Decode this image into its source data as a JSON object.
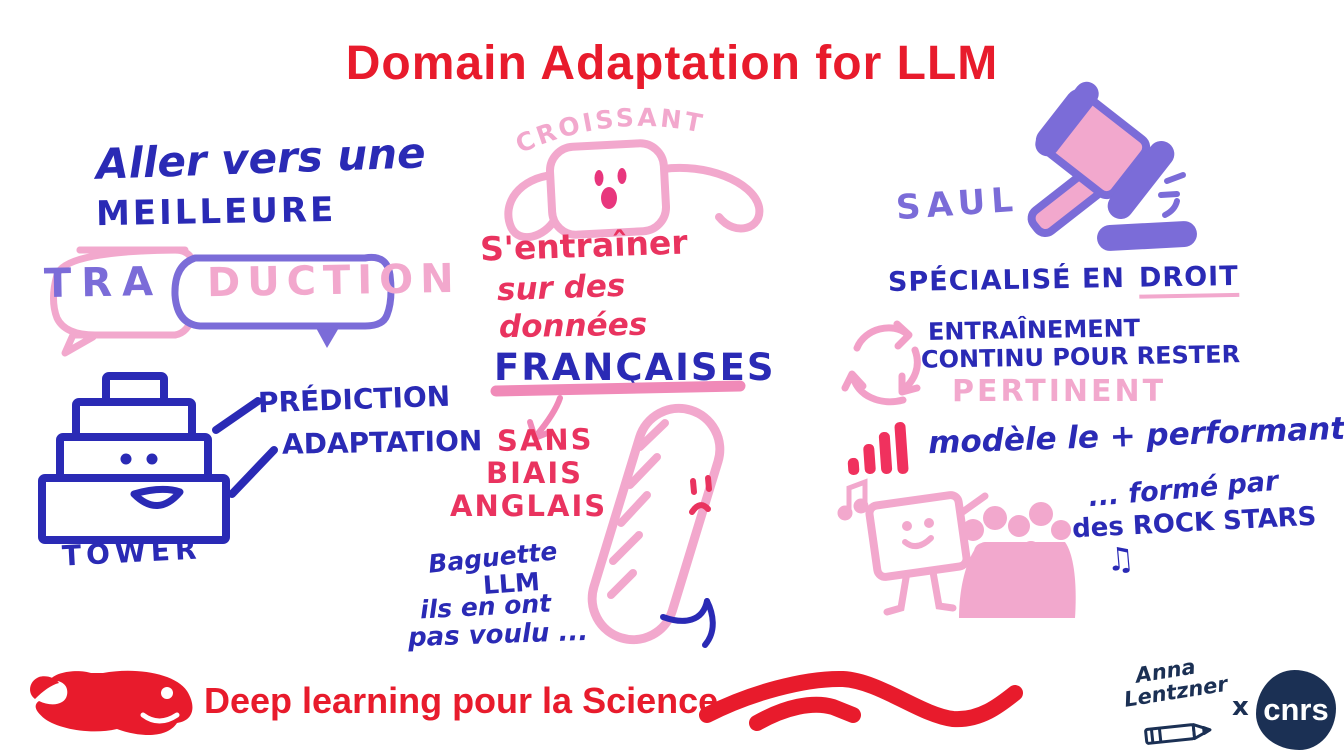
{
  "title": "Domain Adaptation for LLM",
  "left_section": {
    "intro_line1": "Aller vers une",
    "intro_line2": "MEILLEURE",
    "bubble_left_word": "TRA",
    "bubble_right_word": "DUCTION",
    "callout_line1": "PRÉDICTION",
    "callout_line2": "ADAPTATION",
    "tower_label": "TOWER"
  },
  "middle_section": {
    "croissant_label": "CROISSANT",
    "train_line1": "S'entraîner",
    "train_line2": "sur des",
    "train_line3": "données",
    "train_line4": "FRANÇAISES",
    "bias_line1": "SANS",
    "bias_line2": "BIAIS",
    "bias_line3": "ANGLAIS",
    "baguette_line1": "Baguette",
    "baguette_line2": "LLM",
    "baguette_line3": "ils en ont",
    "baguette_line4": "pas voulu ..."
  },
  "right_section": {
    "saul_label": "SAUL",
    "specialise_text": "SPÉCIALISÉ EN",
    "droit_text": "DROIT",
    "training_line1": "ENTRAÎNEMENT",
    "training_line2": "CONTINU POUR RESTER",
    "training_line3": "PERTINENT",
    "model_line": "modèle le + performant",
    "rockstars_line1": "... formé par",
    "rockstars_line2": "des ROCK STARS",
    "music_note": "♫"
  },
  "footer": {
    "tagline": "Deep learning pour la Science",
    "signature_line1": "Anna",
    "signature_line2": "Lentzner",
    "collab_x": "x",
    "cnrs_logo_text": "cnrs"
  },
  "colors": {
    "title_red": "#e81b2c",
    "ink_blue": "#2a2ab5",
    "crimson_text": "#e9335f",
    "light_pink": "#f2a8cd",
    "dark_pink": "#ee4f97",
    "purple": "#7b6cd8",
    "cnrs_navy": "#1b3054"
  }
}
